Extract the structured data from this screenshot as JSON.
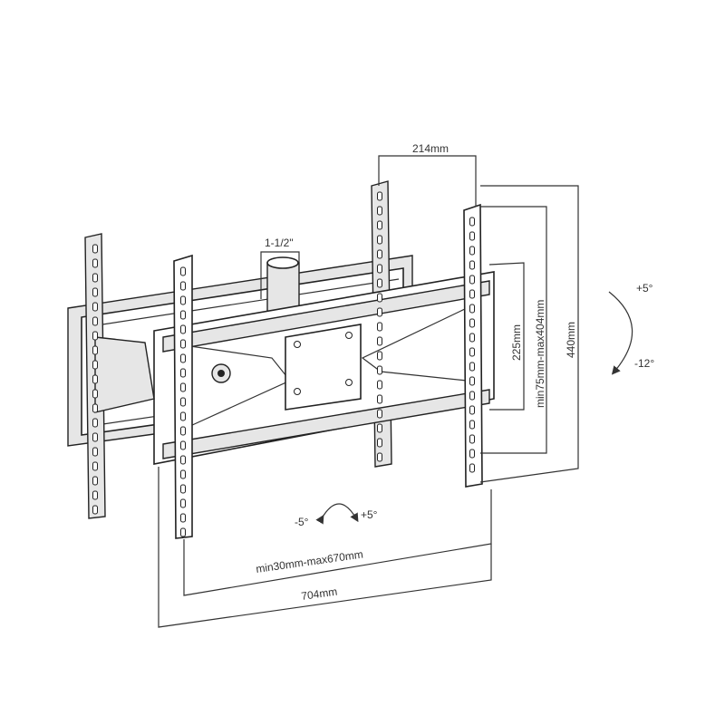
{
  "dimensions": {
    "top_depth": "214mm",
    "pipe_size": "1-1/2\"",
    "inner_height": "225mm",
    "vesa_vertical": "min75mm-max404mm",
    "overall_height": "440mm",
    "vesa_horizontal": "min30mm-max670mm",
    "overall_width": "704mm"
  },
  "tilt": {
    "up": "+5°",
    "down": "-12°"
  },
  "swivel": {
    "left": "-5°",
    "right": "+5°"
  }
}
